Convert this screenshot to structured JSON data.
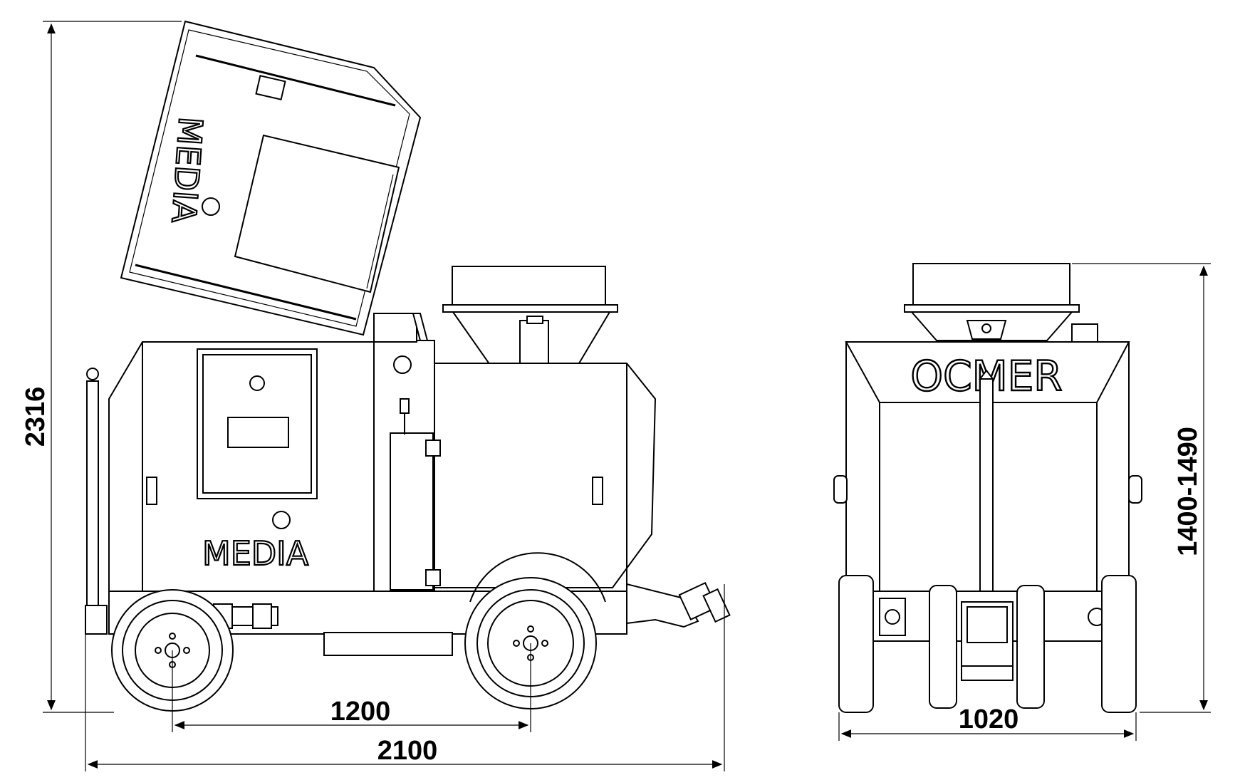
{
  "dimensions": {
    "total_height": "2316",
    "wheelbase": "1200",
    "total_length": "2100",
    "track_width": "1020",
    "height_range": "1400-1490"
  },
  "branding": {
    "model_side": "MEDIA",
    "model_lid": "MEDIA",
    "manufacturer": "OCMER"
  }
}
